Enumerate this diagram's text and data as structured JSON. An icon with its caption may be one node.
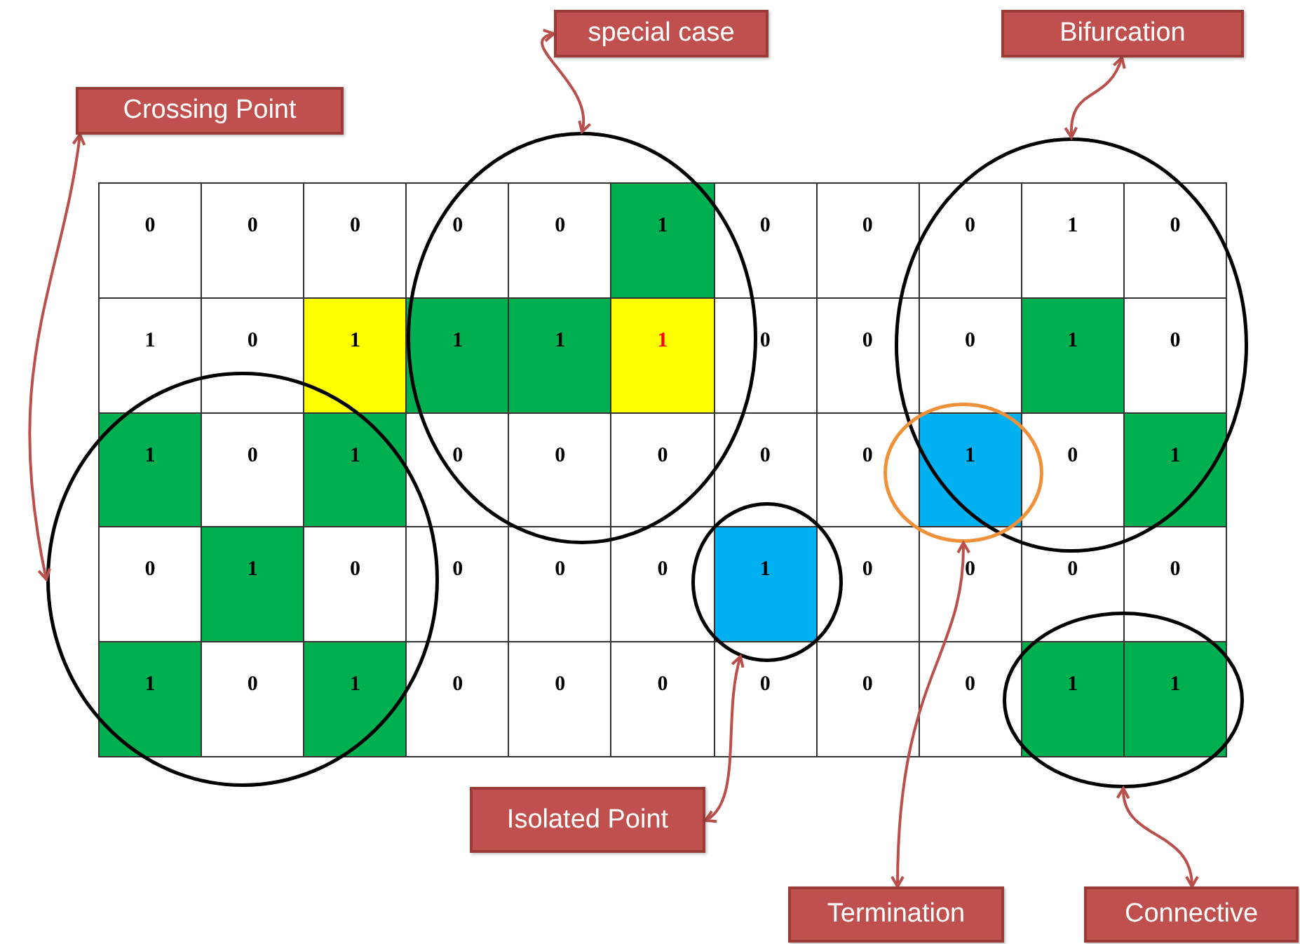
{
  "diagram": {
    "nodes": [
      {
        "text": [
          "special case"
        ]
      },
      {
        "text": [
          "Bifurcation"
        ]
      },
      {
        "text": [
          "Crossing Point"
        ]
      },
      {
        "text": [
          "Isolated Point"
        ]
      },
      {
        "text": [
          "Termination"
        ]
      },
      {
        "text": [
          "Connective"
        ]
      },
      {
        "text": [],
        "shape": "circle"
      },
      {
        "text": [],
        "shape": "circle"
      },
      {
        "text": [],
        "shape": "circle"
      },
      {
        "text": [],
        "shape": "circle"
      },
      {
        "text": [],
        "shape": "circle"
      },
      {
        "text": [],
        "shape": "circle"
      }
    ],
    "edges": [
      {
        "from": 0,
        "to": 6,
        "arrow": "both"
      },
      {
        "from": 1,
        "to": 7,
        "arrow": "both"
      },
      {
        "from": 2,
        "to": 8,
        "arrow": "both"
      },
      {
        "from": 3,
        "to": 9,
        "arrow": "both"
      },
      {
        "from": 4,
        "to": 10,
        "arrow": "both"
      },
      {
        "from": 5,
        "to": 11,
        "arrow": "both"
      }
    ],
    "labels": [
      "0",
      "0",
      "0",
      "0",
      "0",
      "1",
      "0",
      "0",
      "0",
      "1",
      "0",
      "1",
      "0",
      "1",
      "1",
      "1",
      "1",
      "0",
      "0",
      "0",
      "1",
      "0",
      "1",
      "0",
      "1",
      "0",
      "0",
      "0",
      "0",
      "0",
      "1",
      "0",
      "1",
      "0",
      "1",
      "0",
      "0",
      "0",
      "0",
      "1",
      "0",
      "0",
      "0",
      "0",
      "1",
      "0",
      "1",
      "0",
      "0",
      "0",
      "0",
      "0",
      "0",
      "1",
      "1"
    ]
  }
}
